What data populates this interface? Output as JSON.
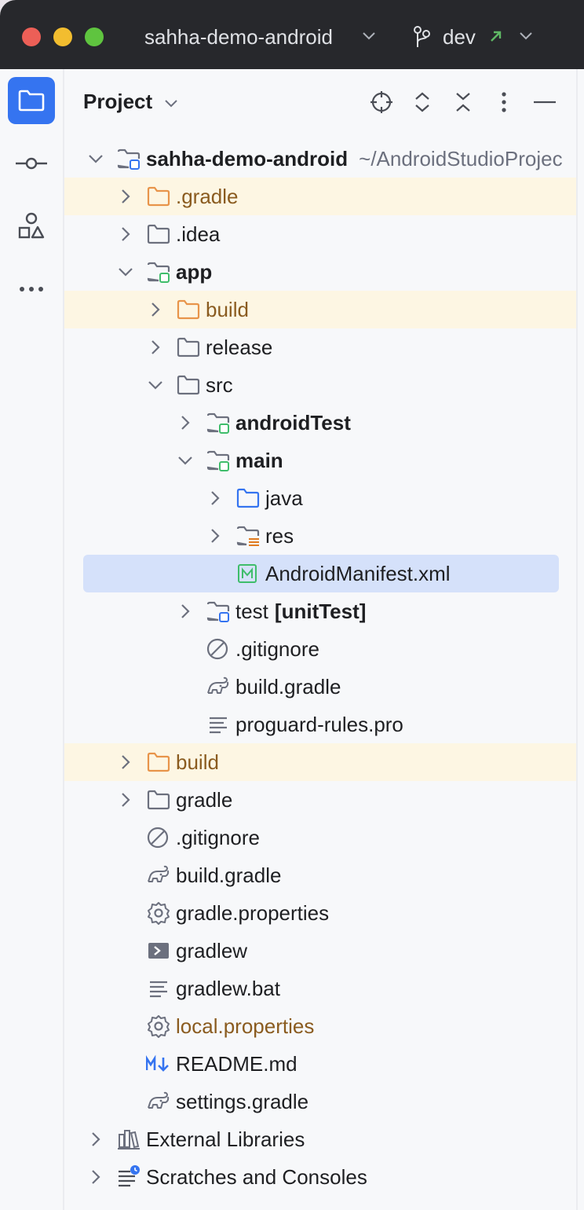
{
  "titlebar": {
    "project_name": "sahha-demo-android",
    "branch": "dev"
  },
  "panel": {
    "title": "Project"
  },
  "tree": {
    "root": {
      "name": "sahha-demo-android",
      "path": "~/AndroidStudioProjec"
    },
    "gradle_dir": ".gradle",
    "idea": ".idea",
    "app": "app",
    "app_build": "build",
    "release": "release",
    "src": "src",
    "android_test": "androidTest",
    "main": "main",
    "java": "java",
    "res": "res",
    "manifest": "AndroidManifest.xml",
    "test": "test",
    "test_tag": "[unitTest]",
    "app_gitignore": ".gitignore",
    "app_build_gradle": "build.gradle",
    "proguard": "proguard-rules.pro",
    "build": "build",
    "gradle": "gradle",
    "gitignore": ".gitignore",
    "build_gradle": "build.gradle",
    "gradle_properties": "gradle.properties",
    "gradlew": "gradlew",
    "gradlew_bat": "gradlew.bat",
    "local_properties": "local.properties",
    "readme": "README.md",
    "settings_gradle": "settings.gradle",
    "external_libraries": "External Libraries",
    "scratches": "Scratches and Consoles"
  },
  "colors": {
    "titlebar": "#27282c",
    "accent": "#3574f0",
    "selection": "#d5e1fa",
    "ignored_row": "#fdf6e3",
    "ignored_text": "#8a5b1f",
    "module_marker": "#3fbd6b"
  }
}
